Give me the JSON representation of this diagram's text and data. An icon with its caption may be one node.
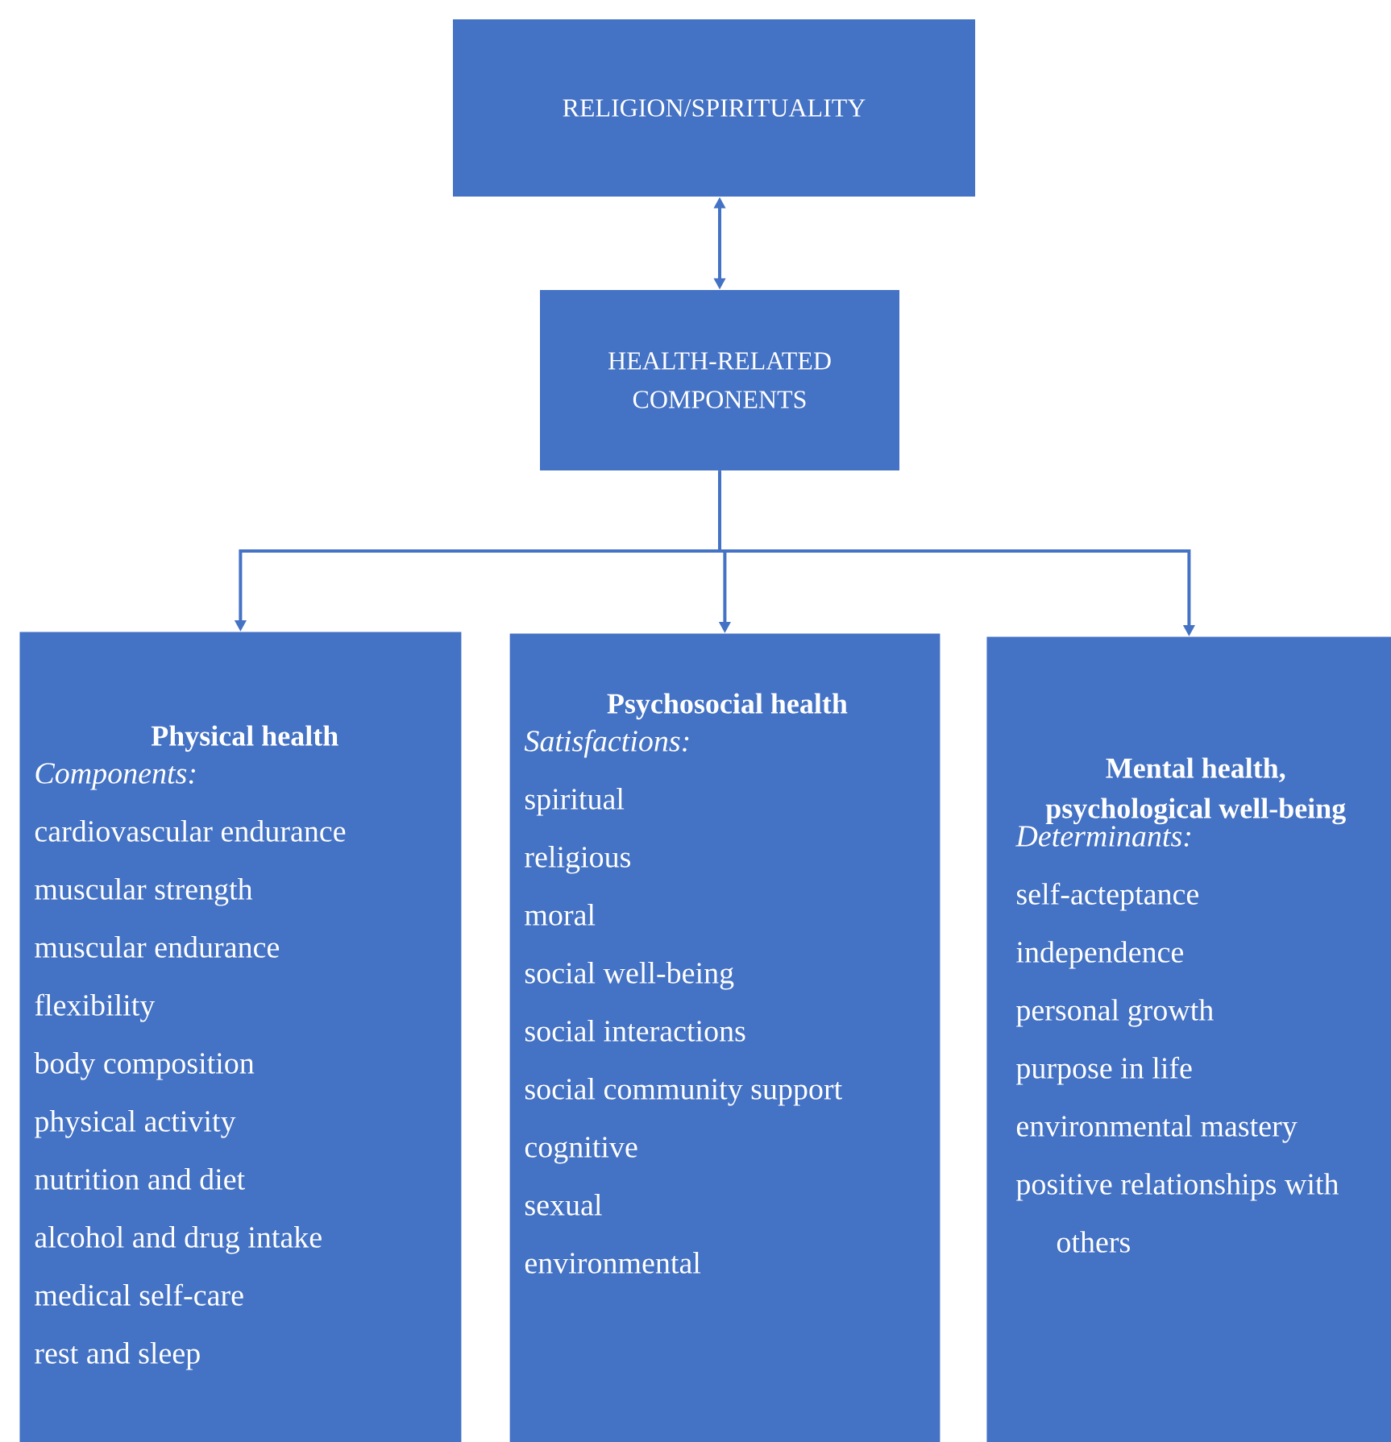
{
  "diagram": {
    "nodes": [
      {
        "text": [
          "RELIGION/SPIRITUALITY"
        ]
      },
      {
        "text": [
          "HEALTH-RELATED COMPONENTS"
        ]
      },
      {
        "text": [
          "Physical health",
          "Components:",
          "cardiovascular endurance",
          "muscular strength",
          "muscular endurance",
          "flexibility",
          "body composition",
          "physical activity",
          "nutrition and diet",
          "alcohol and drug intake",
          "medical self-care",
          "rest and sleep"
        ]
      },
      {
        "text": [
          "Psychosocial health",
          "Satisfactions:",
          "spiritual",
          "religious",
          "moral",
          "social well-being",
          "social interactions",
          "social community support",
          "cognitive",
          "sexual",
          "environmental"
        ]
      },
      {
        "text": [
          "Mental health, psychological well-being",
          "Determinants:",
          "self-acteptance",
          "independence",
          "personal growth",
          "purpose in life",
          "environmental mastery",
          "positive relationships with others"
        ]
      }
    ],
    "edges": [
      {
        "from": 0,
        "to": 1,
        "arrow": "both"
      },
      {
        "from": 1,
        "to": 2,
        "arrow": "to"
      },
      {
        "from": 1,
        "to": 3,
        "arrow": "to"
      },
      {
        "from": 1,
        "to": 4,
        "arrow": "to"
      }
    ]
  }
}
